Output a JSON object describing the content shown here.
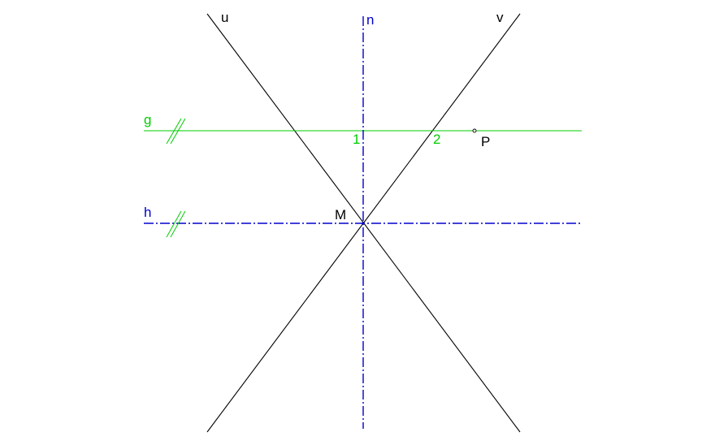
{
  "colors": {
    "construction": "#000000",
    "axis_blue": "#0000cc",
    "green": "#00cc00",
    "label_dark": "#000000"
  },
  "lines": {
    "u": {
      "label": "u"
    },
    "v": {
      "label": "v"
    },
    "n": {
      "label": "n"
    },
    "g": {
      "label": "g"
    },
    "h": {
      "label": "h"
    }
  },
  "points": {
    "M": {
      "label": "M"
    },
    "P": {
      "label": "P"
    },
    "one": {
      "label": "1"
    },
    "two": {
      "label": "2"
    }
  }
}
